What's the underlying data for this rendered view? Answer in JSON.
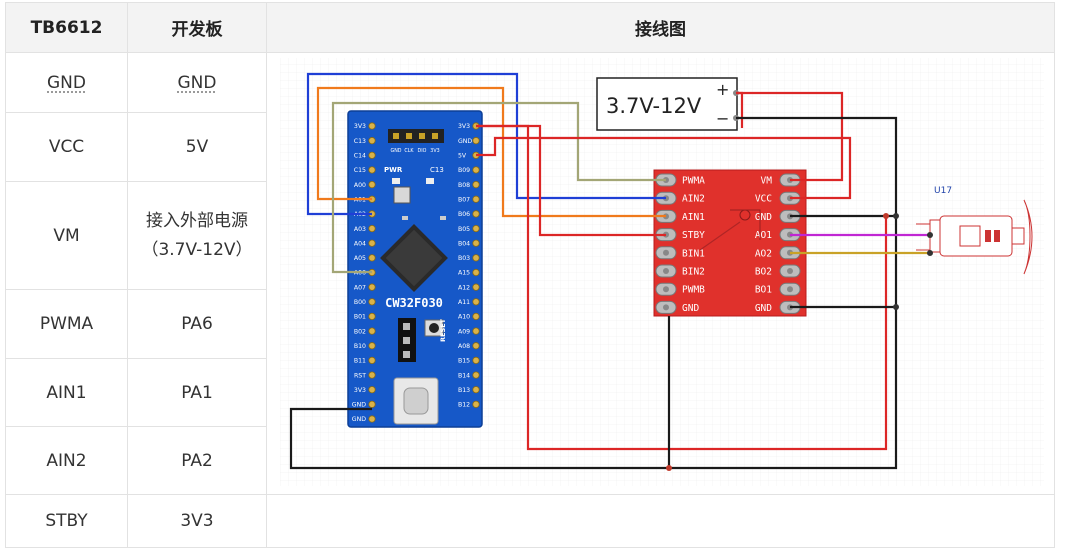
{
  "table": {
    "headers": [
      "TB6612",
      "开发板",
      "接线图"
    ],
    "rows": [
      {
        "tb": "GND",
        "board": "GND"
      },
      {
        "tb": "VCC",
        "board": "5V"
      },
      {
        "tb": "VM",
        "board_line1": "接入外部电源",
        "board_line2": "（3.7V-12V）"
      },
      {
        "tb": "PWMA",
        "board": "PA6"
      },
      {
        "tb": "AIN1",
        "board": "PA1"
      },
      {
        "tb": "AIN2",
        "board": "PA2"
      },
      {
        "tb": "STBY",
        "board": "3V3"
      }
    ]
  },
  "diagram": {
    "battery": {
      "label": "3.7V-12V",
      "plus": "+",
      "minus": "−"
    },
    "board": {
      "name": "CW32F030",
      "reset": "RESET",
      "header_labels": [
        "GND",
        "CLK",
        "DIO",
        "3V3"
      ],
      "pwr": "PWR",
      "c13": "C13",
      "left_pins": [
        "3V3",
        "C13",
        "C14",
        "C15",
        "A00",
        "A01",
        "A02",
        "A03",
        "A04",
        "A05",
        "A06",
        "A07",
        "B00",
        "B01",
        "B02",
        "B10",
        "B11",
        "RST",
        "3V3",
        "GND",
        "GND"
      ],
      "right_pins": [
        "3V3",
        "GND",
        "5V",
        "B09",
        "B08",
        "B07",
        "B06",
        "B05",
        "B04",
        "B03",
        "A15",
        "A12",
        "A11",
        "A10",
        "A09",
        "A08",
        "B15",
        "B14",
        "B13",
        "B12"
      ]
    },
    "driver": {
      "left_pins": [
        "PWMA",
        "AIN2",
        "AIN1",
        "STBY",
        "BIN1",
        "BIN2",
        "PWMB",
        "GND"
      ],
      "right_pins": [
        "VM",
        "VCC",
        "GND",
        "AO1",
        "AO2",
        "BO2",
        "BO1",
        "GND"
      ]
    },
    "motor": {
      "label": "U17"
    },
    "colors": {
      "blue": "#1f3fd6",
      "orange": "#f07a1c",
      "olive": "#a3a676",
      "red": "#dc2626",
      "black": "#1a1a1a",
      "magenta": "#c026d3",
      "gold": "#c9a227",
      "board": "#1658c8",
      "driver": "#e0312c"
    }
  }
}
